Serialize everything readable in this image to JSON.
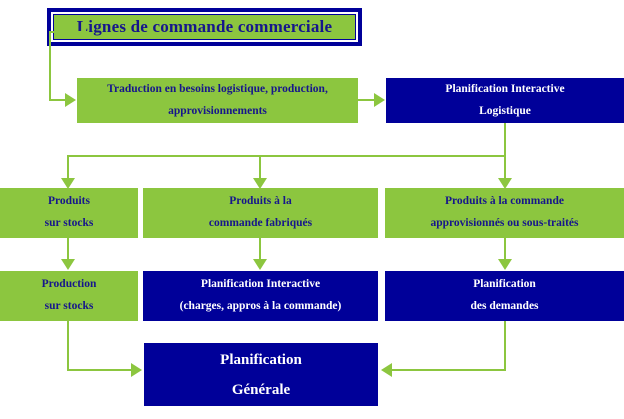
{
  "diagram": {
    "title_box": {
      "label": "Lignes de commande commerciale"
    },
    "row2": [
      {
        "name": "traduction-besoins",
        "style": "green",
        "line1": "Traduction en besoins logistique, production,",
        "line2": "approvisionnements"
      },
      {
        "name": "planification-interactive-logistique",
        "style": "navy",
        "line1": "Planification Interactive",
        "line2": "Logistique"
      }
    ],
    "row3": [
      {
        "name": "produits-sur-stocks",
        "style": "green",
        "line1": "Produits",
        "line2": "sur stocks"
      },
      {
        "name": "produits-commande-fabriques",
        "style": "green",
        "line1": "Produits à  la",
        "line2": "commande fabriqués"
      },
      {
        "name": "produits-commande-approvisionnes",
        "style": "green",
        "line1": "Produits à la commande",
        "line2": "approvisionnés ou sous-traités"
      }
    ],
    "row4": [
      {
        "name": "production-sur-stocks",
        "style": "green",
        "line1": "Production",
        "line2": "sur stocks"
      },
      {
        "name": "planification-interactive-charges",
        "style": "navy",
        "line1": "Planification Interactive",
        "line2": "(charges, appros à la commande)"
      },
      {
        "name": "planification-des-demandes",
        "style": "navy",
        "line1": "Planification",
        "line2": "des demandes"
      }
    ],
    "row5": {
      "name": "planification-generale",
      "style": "navy",
      "line1": "Planification",
      "line2": "Générale"
    },
    "colors": {
      "green": "#8CC63F",
      "navy": "#000099",
      "text_on_green": "#16168C",
      "text_on_navy": "#FFFFFF",
      "connector": "#8CC63F",
      "background": "#FFFFFF"
    }
  }
}
